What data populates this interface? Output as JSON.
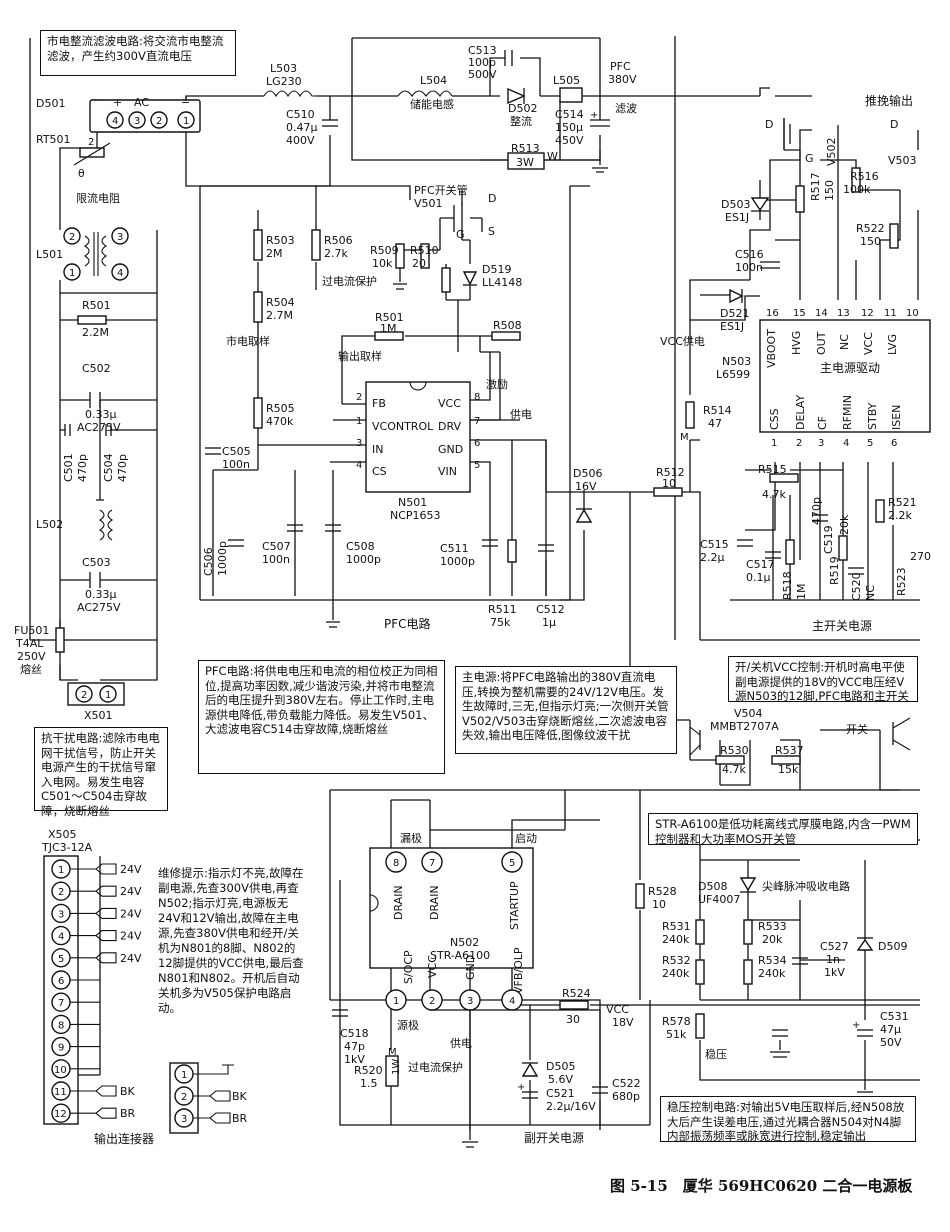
{
  "figure": {
    "caption": "图 5-15　厦华 569HC0620 二合一电源板"
  },
  "notes": {
    "rectifier": "市电整流滤波电路:将交流市电整流滤波，产生约300V直流电压",
    "emi": "抗干扰电路:滤除市电电网干扰信号，防止开关电源产生的干扰信号窜入电网。易发生电容C501～C504击穿故障，烧断熔丝",
    "pfc": "PFC电路:将供电电压和电流的相位校正为同相位,提高功率因数,减少谐波污染,并将市电整流后的电压提升到380V左右。停止工作时,主电源供电降低,带负载能力降低。易发生V501、大滤波电容C514击穿故障,烧断熔丝",
    "main_power": "主电源:将PFC电路输出的380V直流电压,转换为整机需要的24V/12V电压。发生故障时,三无,但指示灯亮;一次侧开关管V502/V503击穿烧断熔丝,二次滤波电容失效,输出电压降低,图像纹波干扰",
    "vcc_control": "开/关机VCC控制:开机时高电平使副电源提供的18V的VCC电压经V源N503的12脚,PFC电路和主开关",
    "str_desc": "STR-A6100是低功耗离线式厚膜电路,内含一PWM控制器和大功率MOS开关管",
    "maintenance": "维修提示:指示灯不亮,故障在副电源,先查300V供电,再查N502;指示灯亮,电源板无24V和12V输出,故障在主电源,先查380V供电和经开/关机为N801的8脚、N802的12脚提供的VCC供电,最后查N801和N802。开机后自动关机多为V505保护电路启动。",
    "regulation": "稳压控制电路:对输出5V电压取样后,经N508放大后产生误差电压,通过光耦合器N504对N4脚内部振荡频率或脉宽进行控制,稳定输出"
  },
  "sections": {
    "pfc": "PFC电路",
    "main_switch": "主开关电源",
    "standby": "副开关电源",
    "output_connector": "输出连接器",
    "push_pull": "推挽输出",
    "main_driver": "主电源驱动",
    "energy_inductor": "储能电感",
    "rectify": "整流",
    "filter": "滤波",
    "current_limit": "限流电阻",
    "fuse": "熔丝",
    "pfc_switch": "PFC开关管",
    "overcurrent": "过电流保护",
    "mains_sample": "市电取样",
    "output_sample": "输出取样",
    "excite": "激励",
    "supply": "供电",
    "vcc_supply": "VCC供电",
    "drain": "漏极",
    "start": "启动",
    "source": "源极",
    "spike": "尖峰脉冲吸收电路",
    "regulate": "稳压",
    "switch_label": "开关",
    "protect": "过电流保护"
  },
  "ics": {
    "n501": {
      "ref": "N501",
      "part": "NCP1653",
      "pins_left": [
        "FB",
        "VCONTROL",
        "IN",
        "CS"
      ],
      "pins_right": [
        "VCC",
        "DRV",
        "GND",
        "VIN"
      ],
      "nums_left": [
        "2",
        "1",
        "3",
        "4"
      ],
      "nums_right": [
        "8",
        "7",
        "6",
        "5"
      ]
    },
    "n503": {
      "ref": "N503",
      "part": "L6599",
      "top": [
        "VBOOT",
        "HVG",
        "OUT",
        "NC",
        "VCC",
        "LVG"
      ],
      "top_nums": [
        "16",
        "15",
        "14",
        "13",
        "12",
        "11",
        "10"
      ],
      "bottom": [
        "CSS",
        "DELAY",
        "CF",
        "RFMIN",
        "STBY",
        "ISEN"
      ],
      "bottom_nums": [
        "1",
        "2",
        "3",
        "4",
        "5",
        "6"
      ]
    },
    "n502": {
      "ref": "N502",
      "part": "STR-A6100",
      "top": [
        "DRAIN",
        "DRAIN",
        "STARTUP"
      ],
      "top_nums": [
        "8",
        "7",
        "5"
      ],
      "bottom": [
        "S/OCP",
        "VCC",
        "GND",
        "VFB/OLP"
      ],
      "bottom_nums": [
        "1",
        "2",
        "3",
        "4"
      ]
    }
  },
  "components": {
    "d501": "D501",
    "ac": "AC",
    "plus": "+",
    "minus": "−",
    "bridge_pins": [
      "4",
      "3",
      "2",
      "1"
    ],
    "rt501": "RT501",
    "theta": "θ",
    "rt_val": "2",
    "l503": "L503",
    "l503v": "LG230",
    "l504": "L504",
    "c510": "C510",
    "c510v": "0.47μ",
    "c510v2": "400V",
    "c513": "C513",
    "c513v": "100p",
    "c513v2": "500V",
    "d502": "D502",
    "l505": "L505",
    "pfc": "PFC",
    "pfc_v": "380V",
    "c514": "C514",
    "c514v": "150μ",
    "c514v2": "450V",
    "r513": "R513",
    "r513v": "3W",
    "w": "W",
    "v501": "V501",
    "d": "D",
    "g": "G",
    "s": "S",
    "r503": "R503",
    "r503v": "2M",
    "r506": "R506",
    "r506v": "2.7k",
    "r504": "R504",
    "r504v": "2.7M",
    "r505": "R505",
    "r505v": "470k",
    "r509": "R509",
    "r509v": "10k",
    "r510": "R510",
    "r510v": "20",
    "d519": "D519",
    "d519v": "LL4148",
    "r501b": "R501",
    "r501bv": "1M",
    "r508": "R508",
    "c505": "C505",
    "c505v": "100n",
    "c506": "C506",
    "c506v": "1000p",
    "c507": "C507",
    "c507v": "100n",
    "c508": "C508",
    "c508v": "1000p",
    "c511": "C511",
    "c511v": "1000p",
    "r511": "R511",
    "r511v": "75k",
    "c512": "C512",
    "c512v": "1μ",
    "d506": "D506",
    "d506v": "16V",
    "r512": "R512",
    "r512v": "10",
    "r514": "R514",
    "r514v": "47",
    "m": "M",
    "l501": "L501",
    "r501": "R501",
    "r501v": "2.2M",
    "c502": "C502",
    "c502v": "0.33μ",
    "c502v2": "AC275V",
    "c501": "C501",
    "c501v": "470p",
    "c504": "C504",
    "c504v": "470p",
    "l502": "L502",
    "c503": "C503",
    "c503v": "0.33μ",
    "c503v2": "AC275V",
    "fu501": "FU501",
    "fu501v": "T4AL",
    "fu501v2": "250V",
    "x501": "X501",
    "x501pins": [
      "2",
      "1"
    ],
    "v502": "V502",
    "v503": "V503",
    "d503": "D503",
    "d503v": "ES1J",
    "r517": "R517",
    "r517v": "150",
    "r516": "R516",
    "r516v": "100k",
    "r522": "R522",
    "r522v": "150",
    "c516": "C516",
    "c516v": "100n",
    "d521": "D521",
    "d521v": "ES1J",
    "r515": "R515",
    "r515v": "4.7k",
    "c515": "C515",
    "c515v": "2.2μ",
    "c517": "C517",
    "c517v": "0.1μ",
    "r518": "R518",
    "r518v": "1M",
    "c519": "C519",
    "c519v": "470p",
    "r519": "R519",
    "r519v": "20k",
    "c520": "C520",
    "c520v": "NC",
    "r521": "R521",
    "r521v": "2.2k",
    "r523": "R523",
    "r523v": "270",
    "v504": "V504",
    "v504v": "MMBT2707A",
    "r530": "R530",
    "r530v": "4.7k",
    "r537": "R537",
    "r537v": "15k",
    "x505": "X505",
    "x505v": "TJC3-12A",
    "conn_pins": [
      "1",
      "2",
      "3",
      "4",
      "5",
      "6",
      "7",
      "8",
      "9",
      "10",
      "11",
      "12"
    ],
    "conn_labels": [
      "24V",
      "24V",
      "24V",
      "24V",
      "24V",
      "",
      "",
      "",
      "",
      "",
      "BK",
      "BR"
    ],
    "aux_pins": [
      "1",
      "2",
      "3"
    ],
    "aux_labels": [
      "",
      "BK",
      "BR"
    ],
    "r528": "R528",
    "r528v": "10",
    "d508": "D508",
    "d508v": "UF4007",
    "r531": "R531",
    "r531v": "240k",
    "r532": "R532",
    "r532v": "240k",
    "r533": "R533",
    "r533v": "20k",
    "r534": "R534",
    "r534v": "240k",
    "c527": "C527",
    "c527v": "1n",
    "c527v2": "1kV",
    "d509": "D509",
    "r578": "R578",
    "r578v": "51k",
    "c531": "C531",
    "c531v": "47μ",
    "c531v2": "50V",
    "c518": "C518",
    "c518v": "47p",
    "c518v2": "1kV",
    "r520": "R520",
    "r520v": "1.5",
    "r520w": "1W",
    "r524": "R524",
    "r524v": "30",
    "vcc": "VCC",
    "vcc18": "18V",
    "d505": "D505",
    "d505v": "5.6V",
    "c521": "C521",
    "c521v": "2.2μ/16V",
    "c522": "C522",
    "c522v": "680p"
  }
}
